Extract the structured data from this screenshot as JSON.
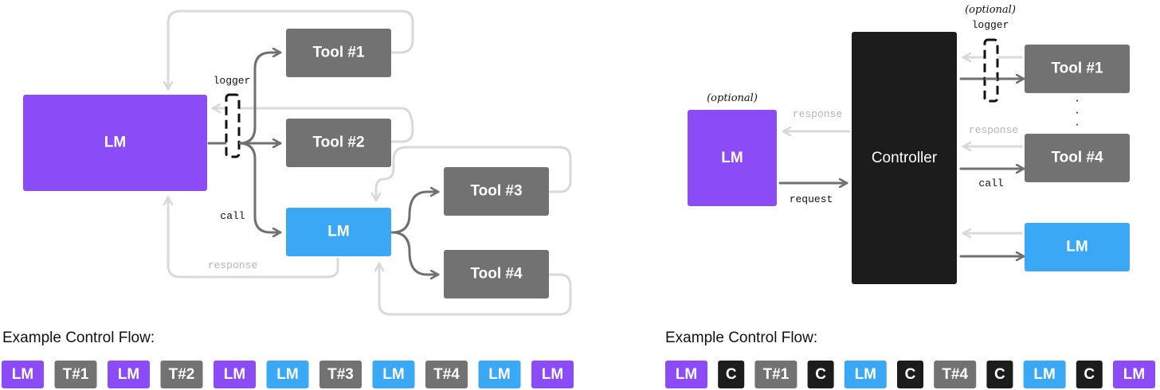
{
  "colors": {
    "lm_purple": "#8b4cf7",
    "lm_blue": "#3aa8f5",
    "tool_gray": "#727272",
    "controller_black": "#1c1c1c",
    "call_arrow": "#707070",
    "response_arrow": "#d9d9d9"
  },
  "left": {
    "nodes": {
      "lm_main": "LM",
      "tool1": "Tool #1",
      "tool2": "Tool #2",
      "tool3": "Tool #3",
      "tool4": "Tool #4",
      "lm_sub": "LM"
    },
    "labels": {
      "logger": "logger",
      "call": "call",
      "response": "response"
    },
    "flow_title": "Example Control Flow:",
    "flow": [
      {
        "label": "LM",
        "kind": "lm"
      },
      {
        "label": "T#1",
        "kind": "tool"
      },
      {
        "label": "LM",
        "kind": "lm"
      },
      {
        "label": "T#2",
        "kind": "tool"
      },
      {
        "label": "LM",
        "kind": "lm"
      },
      {
        "label": "LM",
        "kind": "sub"
      },
      {
        "label": "T#3",
        "kind": "tool"
      },
      {
        "label": "LM",
        "kind": "sub"
      },
      {
        "label": "T#4",
        "kind": "tool"
      },
      {
        "label": "LM",
        "kind": "sub"
      },
      {
        "label": "LM",
        "kind": "lm"
      }
    ]
  },
  "right": {
    "nodes": {
      "lm": "LM",
      "controller": "Controller",
      "tool1": "Tool #1",
      "tool4": "Tool #4",
      "lm_sub": "LM"
    },
    "labels": {
      "optional_top": "(optional)",
      "optional_lm": "(optional)",
      "logger": "logger",
      "response_left": "response",
      "request": "request",
      "response_right": "response",
      "call": "call",
      "dots": "·"
    },
    "flow_title": "Example Control Flow:",
    "flow": [
      {
        "label": "LM",
        "kind": "lm"
      },
      {
        "label": "C",
        "kind": "ctrl"
      },
      {
        "label": "T#1",
        "kind": "tool"
      },
      {
        "label": "C",
        "kind": "ctrl"
      },
      {
        "label": "LM",
        "kind": "sub"
      },
      {
        "label": "C",
        "kind": "ctrl"
      },
      {
        "label": "T#4",
        "kind": "tool"
      },
      {
        "label": "C",
        "kind": "ctrl"
      },
      {
        "label": "LM",
        "kind": "sub"
      },
      {
        "label": "C",
        "kind": "ctrl"
      },
      {
        "label": "LM",
        "kind": "lm"
      }
    ]
  }
}
